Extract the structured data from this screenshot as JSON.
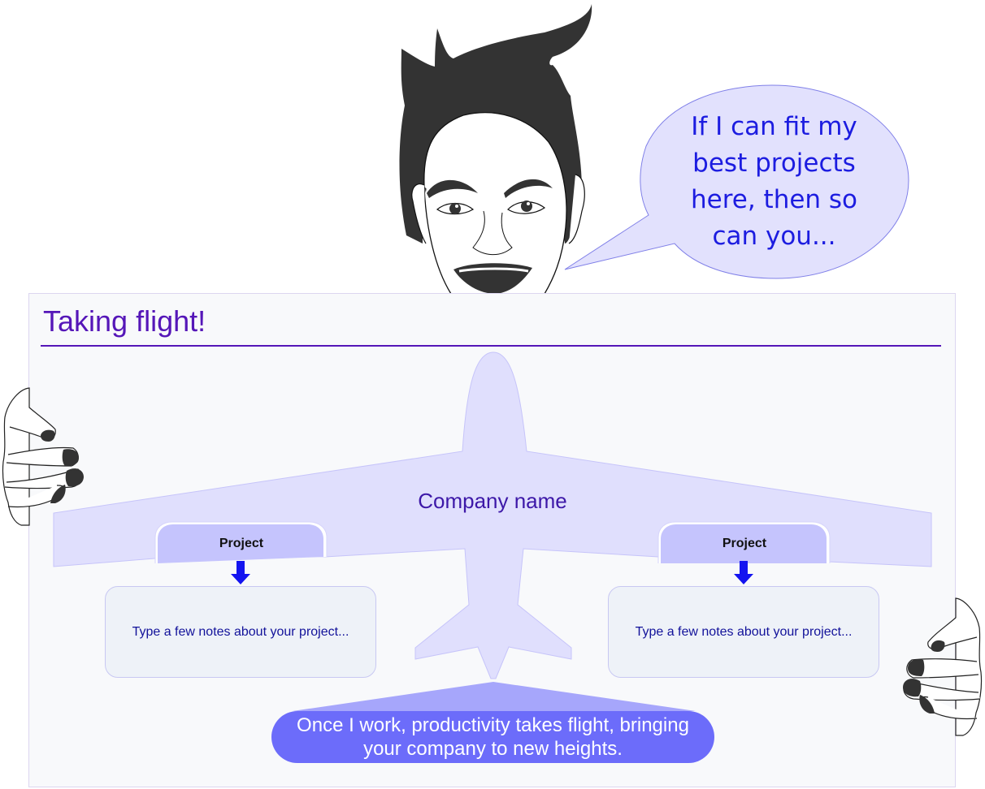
{
  "speech_bubble": {
    "lines": [
      "If I can fit my",
      "best projects",
      "here, then so",
      "can you..."
    ]
  },
  "board": {
    "title": "Taking flight!",
    "company_name": "Company name",
    "projects": [
      {
        "label": "Project",
        "notes": "Type a few notes about your project..."
      },
      {
        "label": "Project",
        "notes": "Type a few notes about your project..."
      }
    ],
    "footer": {
      "lines": [
        "Once I work, productivity takes flight, bringing",
        "your company to new heights."
      ]
    }
  },
  "colors": {
    "title": "#5516b8",
    "airplane_fill": "#e0dffd",
    "tab_fill": "#c5c4fd",
    "arrow": "#1414f0",
    "note_fill": "#eef2f8",
    "footer_pill": "#6c6cfa",
    "footer_beam": "#a6a6fb",
    "bubble_fill": "#e2e1fd",
    "bubble_text": "#1c1ce0",
    "hair": "#333333"
  },
  "icons": {
    "character": "woman-face-illustration",
    "hands": "hand-holding-board-illustration",
    "arrows": "arrow-down-icon"
  }
}
